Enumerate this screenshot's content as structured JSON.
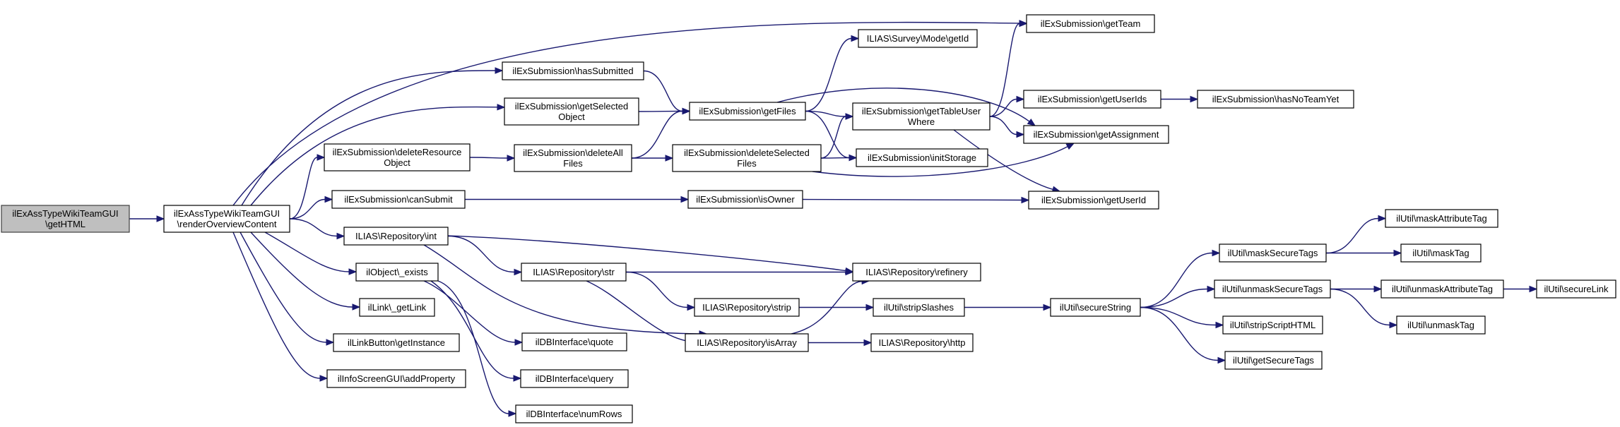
{
  "graph": {
    "nodes": [
      {
        "id": "root",
        "lines": [
          "ilExAssTypeWikiTeamGUI",
          "\\getHTML"
        ],
        "root": true
      },
      {
        "id": "render",
        "lines": [
          "ilExAssTypeWikiTeamGUI",
          "\\renderOverviewContent"
        ]
      },
      {
        "id": "getTeam",
        "lines": [
          "ilExSubmission\\getTeam"
        ]
      },
      {
        "id": "hasSubmitted",
        "lines": [
          "ilExSubmission\\hasSubmitted"
        ]
      },
      {
        "id": "surveyGetId",
        "lines": [
          "ILIAS\\Survey\\Mode\\getId"
        ]
      },
      {
        "id": "getSelectedObject",
        "lines": [
          "ilExSubmission\\getSelected",
          "Object"
        ]
      },
      {
        "id": "getFiles",
        "lines": [
          "ilExSubmission\\getFiles"
        ]
      },
      {
        "id": "getTableUserWhere",
        "lines": [
          "ilExSubmission\\getTableUser",
          "Where"
        ]
      },
      {
        "id": "getUserIds",
        "lines": [
          "ilExSubmission\\getUserIds"
        ]
      },
      {
        "id": "hasNoTeamYet",
        "lines": [
          "ilExSubmission\\hasNoTeamYet"
        ]
      },
      {
        "id": "getAssignment",
        "lines": [
          "ilExSubmission\\getAssignment"
        ]
      },
      {
        "id": "deleteResourceObject",
        "lines": [
          "ilExSubmission\\deleteResource",
          "Object"
        ]
      },
      {
        "id": "deleteAllFiles",
        "lines": [
          "ilExSubmission\\deleteAll",
          "Files"
        ]
      },
      {
        "id": "deleteSelectedFiles",
        "lines": [
          "ilExSubmission\\deleteSelected",
          "Files"
        ]
      },
      {
        "id": "initStorage",
        "lines": [
          "ilExSubmission\\initStorage"
        ]
      },
      {
        "id": "canSubmit",
        "lines": [
          "ilExSubmission\\canSubmit"
        ]
      },
      {
        "id": "isOwner",
        "lines": [
          "ilExSubmission\\isOwner"
        ]
      },
      {
        "id": "getUserId",
        "lines": [
          "ilExSubmission\\getUserId"
        ]
      },
      {
        "id": "repoInt",
        "lines": [
          "ILIAS\\Repository\\int"
        ]
      },
      {
        "id": "repoStr",
        "lines": [
          "ILIAS\\Repository\\str"
        ]
      },
      {
        "id": "refinery",
        "lines": [
          "ILIAS\\Repository\\refinery"
        ]
      },
      {
        "id": "objectExists",
        "lines": [
          "ilObject\\_exists"
        ]
      },
      {
        "id": "repoStrip",
        "lines": [
          "ILIAS\\Repository\\strip"
        ]
      },
      {
        "id": "stripSlashes",
        "lines": [
          "ilUtil\\stripSlashes"
        ]
      },
      {
        "id": "secureString",
        "lines": [
          "ilUtil\\secureString"
        ]
      },
      {
        "id": "maskSecureTags",
        "lines": [
          "ilUtil\\maskSecureTags"
        ]
      },
      {
        "id": "maskAttributeTag",
        "lines": [
          "ilUtil\\maskAttributeTag"
        ]
      },
      {
        "id": "maskTag",
        "lines": [
          "ilUtil\\maskTag"
        ]
      },
      {
        "id": "unmaskSecureTags",
        "lines": [
          "ilUtil\\unmaskSecureTags"
        ]
      },
      {
        "id": "unmaskAttributeTag",
        "lines": [
          "ilUtil\\unmaskAttributeTag"
        ]
      },
      {
        "id": "secureLink",
        "lines": [
          "ilUtil\\secureLink"
        ]
      },
      {
        "id": "unmaskTag",
        "lines": [
          "ilUtil\\unmaskTag"
        ]
      },
      {
        "id": "stripScriptHTML",
        "lines": [
          "ilUtil\\stripScriptHTML"
        ]
      },
      {
        "id": "getSecureTags",
        "lines": [
          "ilUtil\\getSecureTags"
        ]
      },
      {
        "id": "getLink",
        "lines": [
          "ilLink\\_getLink"
        ]
      },
      {
        "id": "dbQuote",
        "lines": [
          "ilDBInterface\\quote"
        ]
      },
      {
        "id": "repoIsArray",
        "lines": [
          "ILIAS\\Repository\\isArray"
        ]
      },
      {
        "id": "repoHttp",
        "lines": [
          "ILIAS\\Repository\\http"
        ]
      },
      {
        "id": "linkButton",
        "lines": [
          "ilLinkButton\\getInstance"
        ]
      },
      {
        "id": "dbQuery",
        "lines": [
          "ilDBInterface\\query"
        ]
      },
      {
        "id": "addProperty",
        "lines": [
          "ilInfoScreenGUI\\addProperty"
        ]
      },
      {
        "id": "numRows",
        "lines": [
          "ilDBInterface\\numRows"
        ]
      }
    ],
    "edges": [
      [
        "root",
        "render"
      ],
      [
        "render",
        "getTeam"
      ],
      [
        "render",
        "hasSubmitted"
      ],
      [
        "render",
        "getSelectedObject"
      ],
      [
        "render",
        "deleteResourceObject"
      ],
      [
        "render",
        "canSubmit"
      ],
      [
        "render",
        "repoInt"
      ],
      [
        "render",
        "objectExists"
      ],
      [
        "render",
        "getLink"
      ],
      [
        "render",
        "linkButton"
      ],
      [
        "render",
        "addProperty"
      ],
      [
        "hasSubmitted",
        "getFiles"
      ],
      [
        "getSelectedObject",
        "getFiles"
      ],
      [
        "deleteResourceObject",
        "deleteAllFiles"
      ],
      [
        "deleteAllFiles",
        "getFiles"
      ],
      [
        "deleteAllFiles",
        "deleteSelectedFiles"
      ],
      [
        "getFiles",
        "surveyGetId"
      ],
      [
        "getFiles",
        "getTableUserWhere"
      ],
      [
        "getFiles",
        "getAssignment"
      ],
      [
        "getFiles",
        "initStorage"
      ],
      [
        "deleteSelectedFiles",
        "getTableUserWhere"
      ],
      [
        "deleteSelectedFiles",
        "initStorage"
      ],
      [
        "deleteSelectedFiles",
        "getAssignment"
      ],
      [
        "getTableUserWhere",
        "getTeam"
      ],
      [
        "getTableUserWhere",
        "getUserIds"
      ],
      [
        "getTableUserWhere",
        "getAssignment"
      ],
      [
        "getTableUserWhere",
        "getUserId"
      ],
      [
        "getUserIds",
        "hasNoTeamYet"
      ],
      [
        "canSubmit",
        "isOwner"
      ],
      [
        "isOwner",
        "getUserId"
      ],
      [
        "repoInt",
        "repoStr"
      ],
      [
        "repoInt",
        "refinery"
      ],
      [
        "repoInt",
        "repoIsArray"
      ],
      [
        "repoStr",
        "refinery"
      ],
      [
        "repoStr",
        "repoStrip"
      ],
      [
        "repoStr",
        "repoIsArray"
      ],
      [
        "repoStrip",
        "stripSlashes"
      ],
      [
        "repoIsArray",
        "refinery"
      ],
      [
        "repoIsArray",
        "repoHttp"
      ],
      [
        "objectExists",
        "dbQuote"
      ],
      [
        "objectExists",
        "dbQuery"
      ],
      [
        "objectExists",
        "numRows"
      ],
      [
        "stripSlashes",
        "secureString"
      ],
      [
        "secureString",
        "maskSecureTags"
      ],
      [
        "secureString",
        "unmaskSecureTags"
      ],
      [
        "secureString",
        "stripScriptHTML"
      ],
      [
        "secureString",
        "getSecureTags"
      ],
      [
        "maskSecureTags",
        "maskAttributeTag"
      ],
      [
        "maskSecureTags",
        "maskTag"
      ],
      [
        "unmaskSecureTags",
        "unmaskAttributeTag"
      ],
      [
        "unmaskSecureTags",
        "unmaskTag"
      ],
      [
        "unmaskAttributeTag",
        "secureLink"
      ]
    ]
  }
}
